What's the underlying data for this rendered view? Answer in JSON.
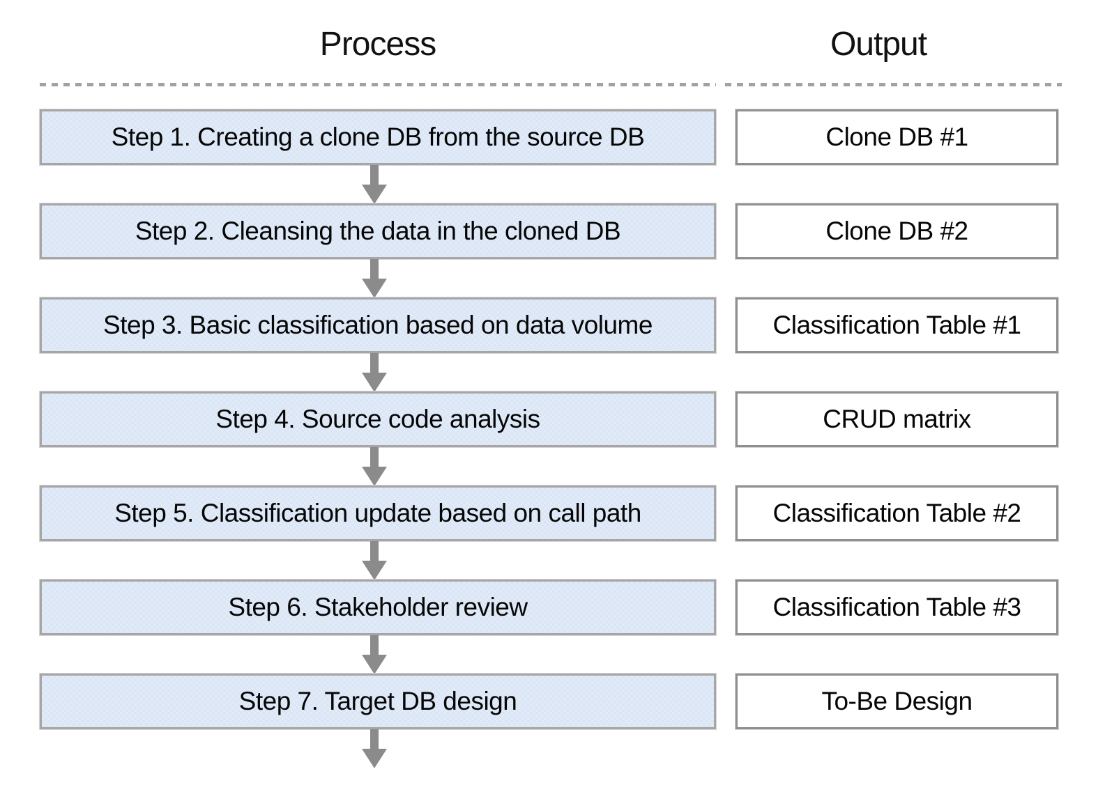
{
  "headers": {
    "process": "Process",
    "output": "Output"
  },
  "steps": [
    {
      "process": "Step 1. Creating a clone DB from the source DB",
      "output": "Clone DB #1"
    },
    {
      "process": "Step 2. Cleansing the data in the cloned DB",
      "output": "Clone DB #2"
    },
    {
      "process": "Step 3. Basic classification based on data volume",
      "output": "Classification Table #1"
    },
    {
      "process": "Step 4. Source code analysis",
      "output": "CRUD matrix"
    },
    {
      "process": "Step 5. Classification update based on call path",
      "output": "Classification Table #2"
    },
    {
      "process": "Step 6. Stakeholder review",
      "output": "Classification Table #3"
    },
    {
      "process": "Step 7. Target DB design",
      "output": "To-Be Design"
    }
  ],
  "colors": {
    "process_box_fill": "#dbe6f5",
    "process_box_border": "#a6a6a6",
    "output_box_fill": "#ffffff",
    "output_box_border": "#8f8f8f",
    "arrow": "#8b8b8b",
    "divider": "#a2a2a2",
    "text": "#060606"
  }
}
